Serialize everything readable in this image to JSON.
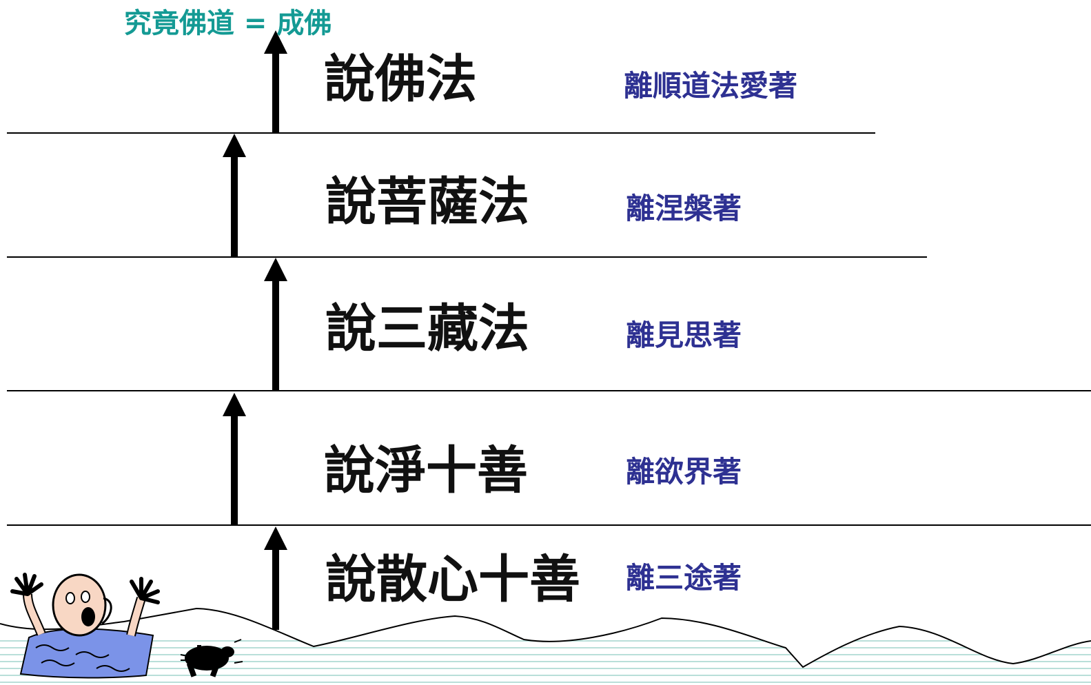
{
  "goal": {
    "text": "究竟佛道 = 成佛",
    "color": "#149a94"
  },
  "levels": [
    {
      "title": "說散心十善",
      "note": "離三途著"
    },
    {
      "title": "說淨十善",
      "note": "離欲界著"
    },
    {
      "title": "說三藏法",
      "note": "離見思著"
    },
    {
      "title": "說菩薩法",
      "note": "離涅槃著"
    },
    {
      "title": "說佛法",
      "note": "離順道法愛著"
    }
  ],
  "colors": {
    "title": "#111111",
    "note": "#2e3192",
    "line": "#000000",
    "arrow": "#000000",
    "water_lines": "#b9dfd9",
    "drowning_water": "#7b93e8",
    "skin": "#f8d7c4"
  },
  "illustration": {
    "person_icon": "drowning-person-icon",
    "turtle_icon": "turtle-icon",
    "waves_icon": "sea-waves-icon"
  }
}
